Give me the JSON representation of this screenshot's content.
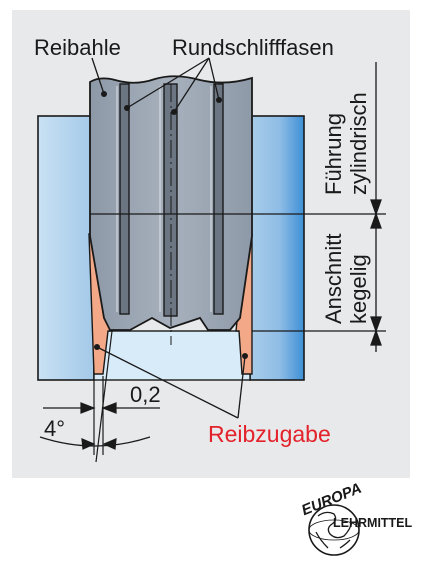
{
  "labels": {
    "reamer": "Reibahle",
    "round_chamfers": "Rundschlifffasen",
    "guide_line1": "Führung",
    "guide_line2": "zylindrisch",
    "lead_line1": "Anschnitt",
    "lead_line2": "kegelig",
    "dimension": "0,2",
    "angle": "4°",
    "allowance": "Reibzugabe"
  },
  "logo": {
    "top_text": "EUROPA",
    "bottom_text": "LEHRMITTEL"
  },
  "colors": {
    "panel_bg": "#e8e9ea",
    "bore_blue": "#a9cde9",
    "bore_dark": "#3d8fd6",
    "bore_light": "#d8ebf8",
    "tool_gray": "#9aa5b3",
    "tool_dark": "#6c7683",
    "allowance_orange": "#f3a887",
    "allowance_text": "#e3222b",
    "line": "#1a1a1a"
  }
}
